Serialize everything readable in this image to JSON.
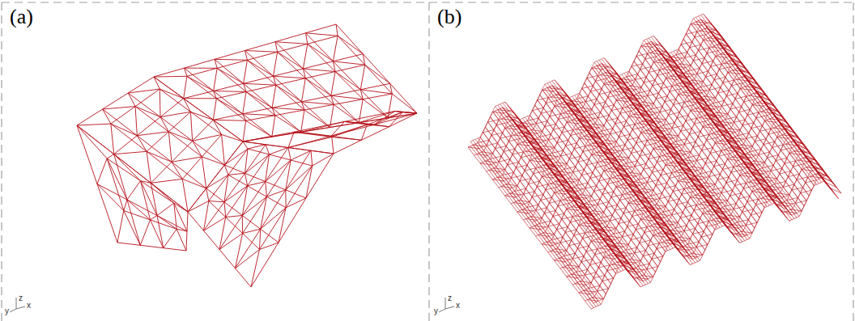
{
  "diagram": {
    "labels": [
      "(a)",
      "(b)",
      "y",
      "z",
      "x",
      "y",
      "z",
      "x"
    ]
  }
}
